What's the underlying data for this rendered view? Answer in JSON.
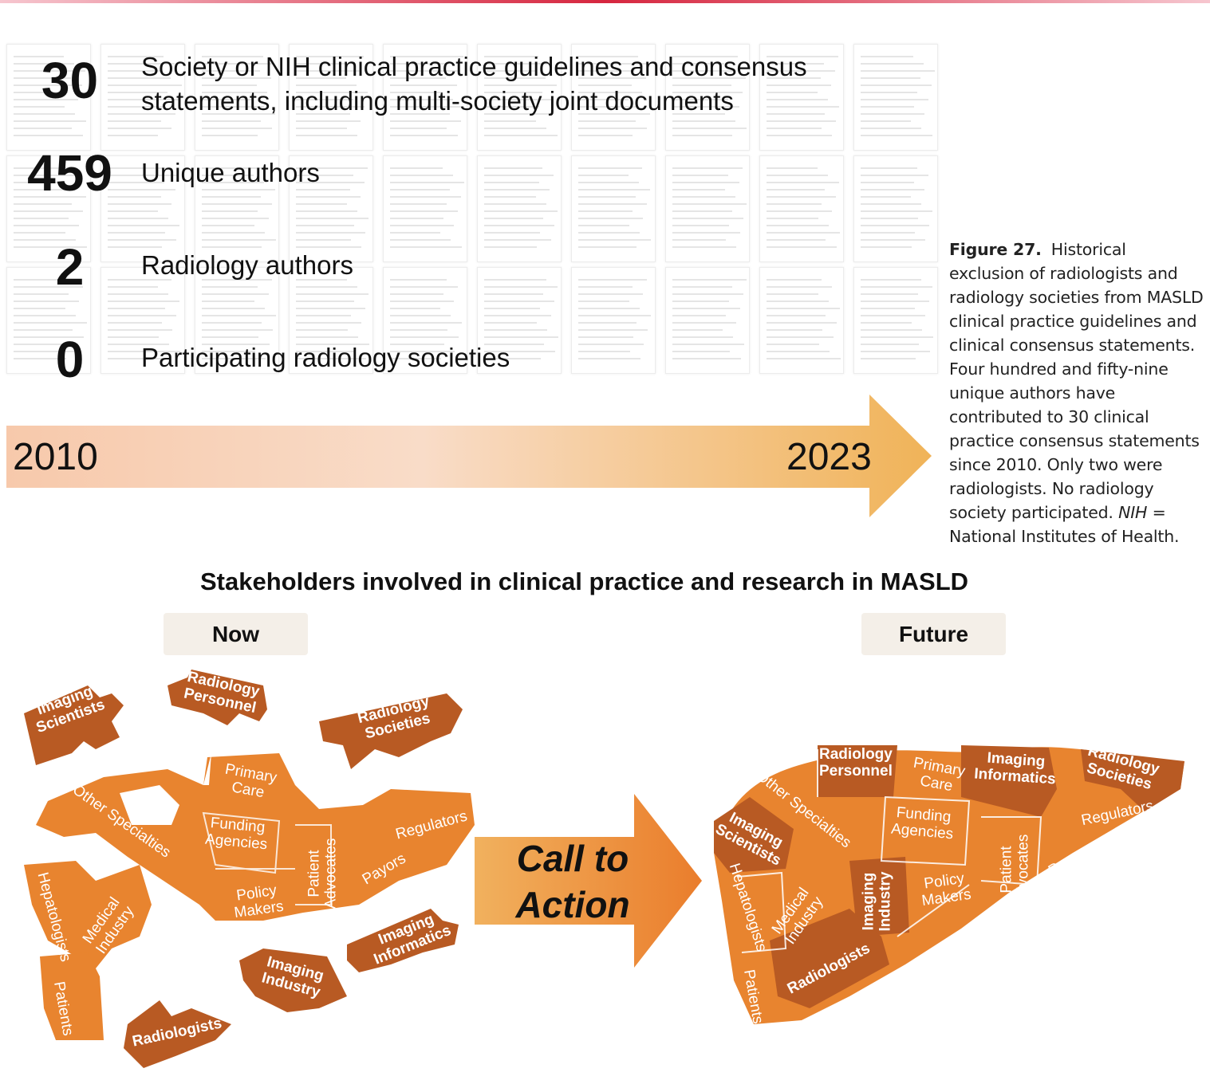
{
  "stats": [
    {
      "number": "30",
      "label": "Society or NIH clinical practice guidelines and consensus statements, including multi-society joint documents"
    },
    {
      "number": "459",
      "label": "Unique authors"
    },
    {
      "number": "2",
      "label": "Radiology authors"
    },
    {
      "number": "0",
      "label": "Participating radiology societies"
    }
  ],
  "timeline": {
    "start": "2010",
    "end": "2023"
  },
  "caption": {
    "figure": "Figure 27.",
    "text": "Historical exclusion of radiologists and radiology societies from MASLD clinical practice guidelines and clinical consensus statements. Four hundred and fifty-nine unique authors have contributed to 30 clinical practice consensus statements since 2010. Only two were radiologists. No radiology society participated.",
    "abbr": "NIH",
    "abbr_def": "= National Institutes of Health."
  },
  "stakeholders": {
    "title": "Stakeholders involved in clinical practice and research in MASLD",
    "now_label": "Now",
    "future_label": "Future",
    "call_to_action": "Call to Action",
    "now_pieces": {
      "imaging_scientists": "Imaging\nScientists",
      "radiology_personnel": "Radiology\nPersonnel",
      "radiology_societies": "Radiology\nSocieties",
      "primary_care": "Primary\nCare",
      "other_specialties": "Other Specialties",
      "funding_agencies": "Funding\nAgencies",
      "patient_advocates": "Patient\nAdvocates",
      "regulators": "Regulators",
      "payors": "Payors",
      "policy_makers": "Policy\nMakers",
      "hepatologists": "Hepatologists",
      "medical_industry": "Medical\nIndustry",
      "patients": "Patients",
      "imaging_informatics": "Imaging\nInformatics",
      "imaging_industry": "Imaging\nIndustry",
      "radiologists": "Radiologists"
    },
    "future_pieces": {
      "radiology_personnel": "Radiology\nPersonnel",
      "primary_care": "Primary\nCare",
      "imaging_informatics": "Imaging\nInformatics",
      "radiology_societies": "Radiology\nSocieties",
      "other_specialties": "Other Specialties",
      "imaging_scientists": "Imaging\nScientists",
      "funding_agencies": "Funding\nAgencies",
      "regulators": "Regulators",
      "patient_advocates": "Patient\nAdvocates",
      "payors": "Payors",
      "hepatologists": "Hepatologists",
      "medical_industry": "Medical\nIndustry",
      "imaging_industry": "Imaging\nIndustry",
      "policy_makers": "Policy\nMakers",
      "radiologists": "Radiologists",
      "patients": "Patients"
    }
  },
  "colors": {
    "orange": "#e8842f",
    "dark_orange": "#b85a23",
    "timeline_start": "#f6c7a8",
    "timeline_end": "#f0b45c",
    "label_box": "#f4efe8"
  }
}
